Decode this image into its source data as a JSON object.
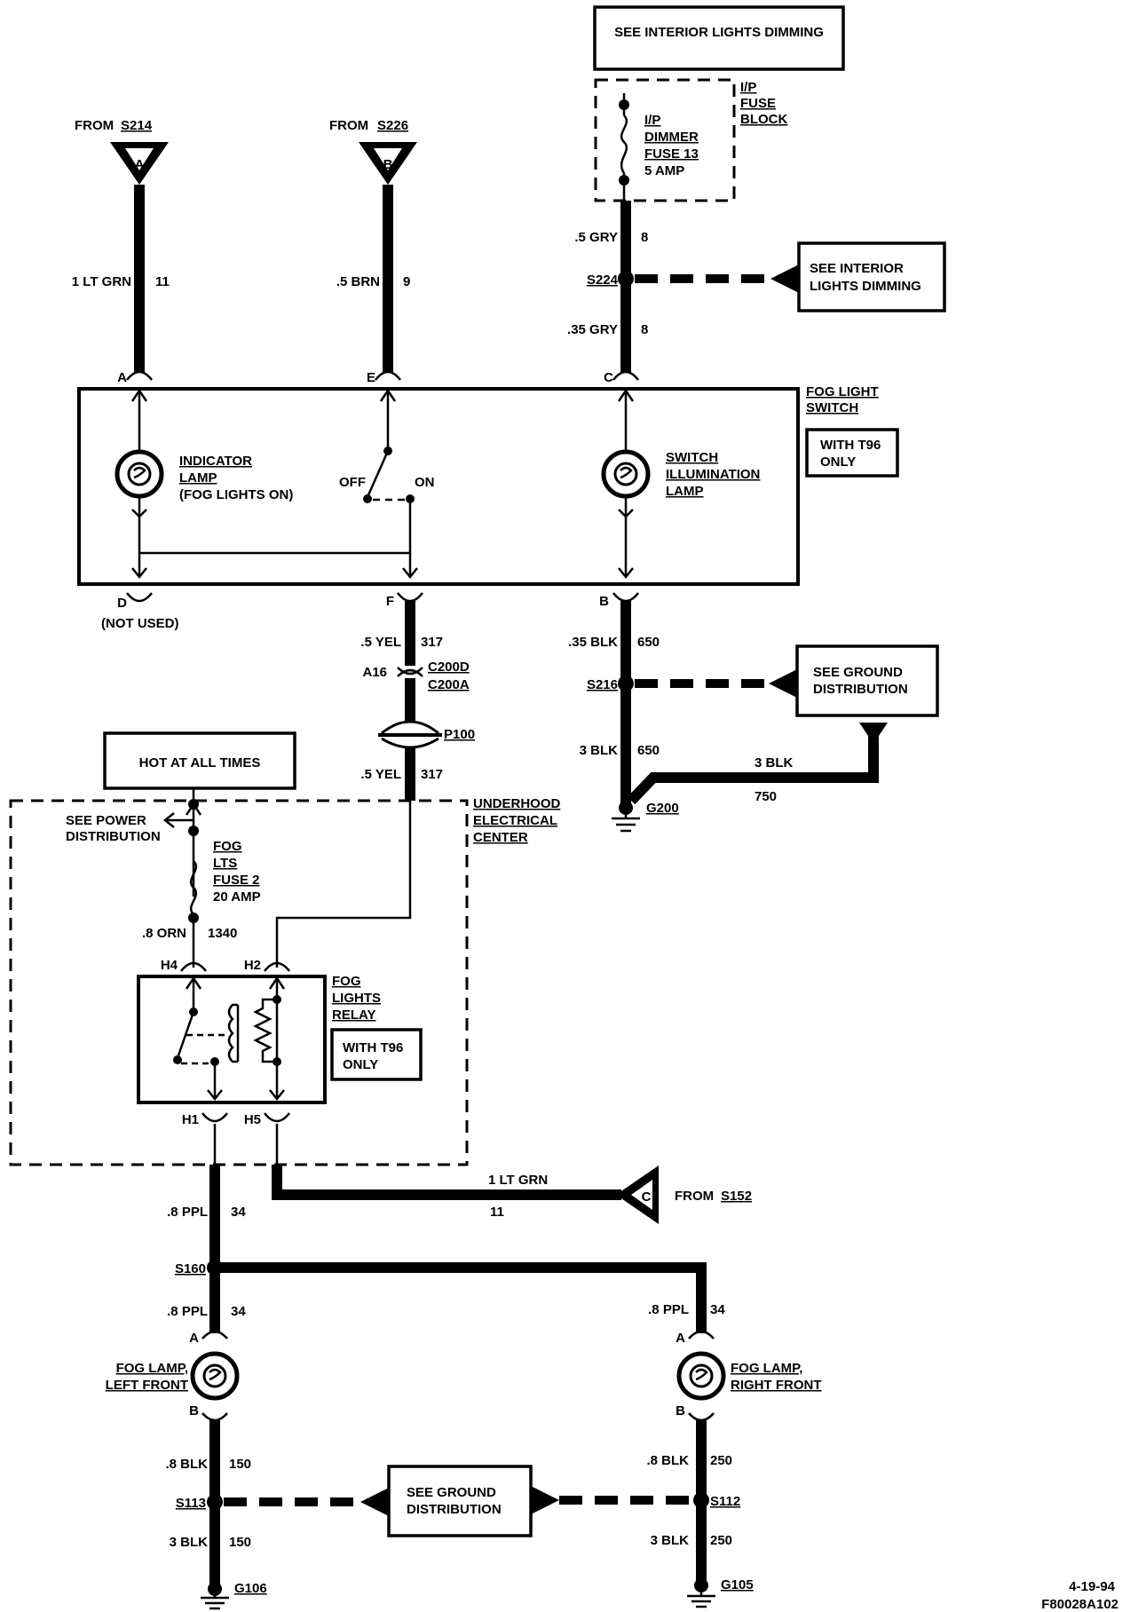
{
  "header_boxes": {
    "interior_dimming": "SEE INTERIOR LIGHTS DIMMING",
    "hot_at_all_times": "HOT AT ALL TIMES"
  },
  "sources": {
    "a": {
      "letter": "A",
      "label": "FROM",
      "splice": "S214"
    },
    "b": {
      "letter": "B",
      "label": "FROM",
      "splice": "S226"
    },
    "c": {
      "letter": "C",
      "label": "FROM",
      "splice": "S152"
    }
  },
  "ip_fuse_block": {
    "block_label": [
      "I/P",
      "FUSE",
      "BLOCK"
    ],
    "fuse_label": [
      "I/P",
      "DIMMER",
      "FUSE 13",
      "5 AMP"
    ]
  },
  "references": {
    "interior_dimming": [
      "SEE INTERIOR",
      "LIGHTS DIMMING"
    ],
    "ground_216": [
      "SEE GROUND",
      "DISTRIBUTION"
    ],
    "ground_lower": [
      "SEE GROUND",
      "DISTRIBUTION"
    ],
    "power": [
      "SEE POWER",
      "DISTRIBUTION"
    ]
  },
  "wires": {
    "a_11": {
      "gauge": "1 LT GRN",
      "circuit": "11"
    },
    "b_9": {
      "gauge": ".5 BRN",
      "circuit": "9"
    },
    "gry_upper": {
      "gauge": ".5 GRY",
      "circuit": "8"
    },
    "gry_lower": {
      "gauge": ".35 GRY",
      "circuit": "8"
    },
    "yel_upper": {
      "gauge": ".5 YEL",
      "circuit": "317"
    },
    "yel_lower": {
      "gauge": ".5 YEL",
      "circuit": "317"
    },
    "blk_650_upper": {
      "gauge": ".35 BLK",
      "circuit": "650"
    },
    "blk_650_lower": {
      "gauge": "3 BLK",
      "circuit": "650"
    },
    "blk_750": {
      "gauge": "3 BLK",
      "circuit": "750"
    },
    "orn_1340": {
      "gauge": ".8 ORN",
      "circuit": "1340"
    },
    "ltgrn_11_c": {
      "gauge": "1 LT GRN",
      "circuit": "11"
    },
    "ppl_upper": {
      "gauge": ".8 PPL",
      "circuit": "34"
    },
    "ppl_left": {
      "gauge": ".8 PPL",
      "circuit": "34"
    },
    "ppl_right": {
      "gauge": ".8 PPL",
      "circuit": "34"
    },
    "blk_150_upper": {
      "gauge": ".8 BLK",
      "circuit": "150"
    },
    "blk_150_lower": {
      "gauge": "3 BLK",
      "circuit": "150"
    },
    "blk_250_upper": {
      "gauge": ".8 BLK",
      "circuit": "250"
    },
    "blk_250_lower": {
      "gauge": "3 BLK",
      "circuit": "250"
    }
  },
  "splices": {
    "s224": "S224",
    "s216": "S216",
    "s160": "S160",
    "s113": "S113",
    "s112": "S112"
  },
  "grounds": {
    "g200": "G200",
    "g106": "G106",
    "g105": "G105"
  },
  "fog_switch": {
    "title": [
      "FOG LIGHT",
      "SWITCH"
    ],
    "option": [
      "WITH T96",
      "ONLY"
    ],
    "indicator": [
      "INDICATOR",
      "LAMP",
      "(FOG LIGHTS ON)"
    ],
    "illumination": [
      "SWITCH",
      "ILLUMINATION",
      "LAMP"
    ],
    "off": "OFF",
    "on": "ON",
    "pins": {
      "a": "A",
      "e": "E",
      "c": "C",
      "d": "D",
      "f": "F",
      "b": "B"
    },
    "not_used": "(NOT USED)"
  },
  "connectors": {
    "a16": "A16",
    "c200d": "C200D",
    "c200a": "C200A",
    "p100": "P100"
  },
  "underhood": {
    "title": [
      "UNDERHOOD",
      "ELECTRICAL",
      "CENTER"
    ],
    "fuse": [
      "FOG",
      "LTS",
      "FUSE 2",
      "20 AMP"
    ],
    "relay": [
      "FOG",
      "LIGHTS",
      "RELAY"
    ],
    "relay_option": [
      "WITH T96",
      "ONLY"
    ],
    "pins": {
      "h4": "H4",
      "h2": "H2",
      "h1": "H1",
      "h5": "H5"
    }
  },
  "lamps": {
    "left": [
      "FOG LAMP,",
      "LEFT FRONT"
    ],
    "right": [
      "FOG LAMP,",
      "RIGHT FRONT"
    ],
    "pin_a": "A",
    "pin_b": "B"
  },
  "footer": {
    "date": "4-19-94",
    "figure_id": "F80028A102"
  }
}
